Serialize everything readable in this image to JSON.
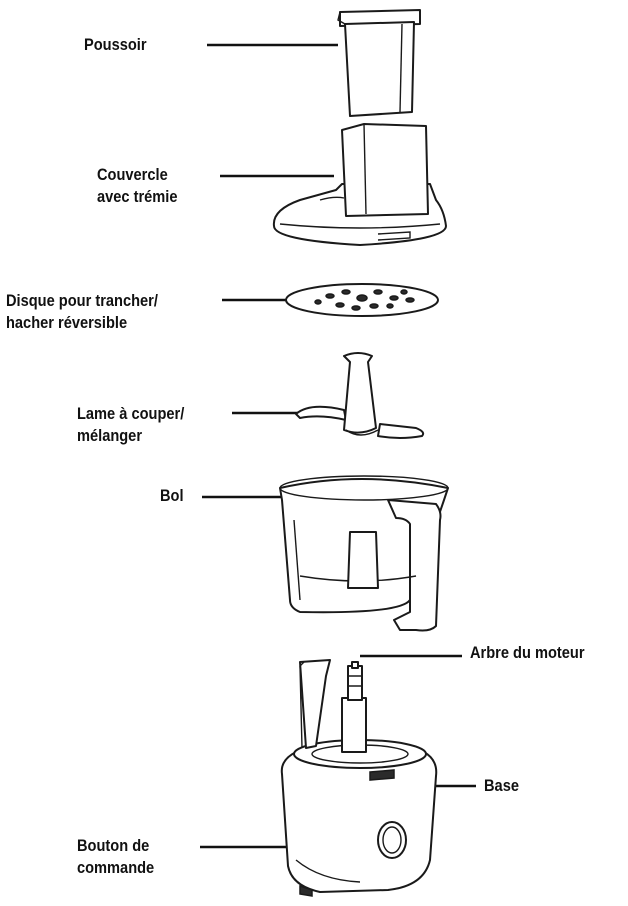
{
  "labels": {
    "pusher": "Poussoir",
    "lid_line1": "Couvercle",
    "lid_line2": "avec trémie",
    "disc_line1": "Disque pour trancher/",
    "disc_line2": "hacher réversible",
    "blade_line1": "Lame à couper/",
    "blade_line2": "mélanger",
    "bowl": "Bol",
    "motor_shaft": "Arbre du moteur",
    "base": "Base",
    "control_line1": "Bouton de",
    "control_line2": "commande"
  },
  "colors": {
    "line": "#1a1a1a",
    "text": "#111111",
    "background": "#ffffff"
  }
}
